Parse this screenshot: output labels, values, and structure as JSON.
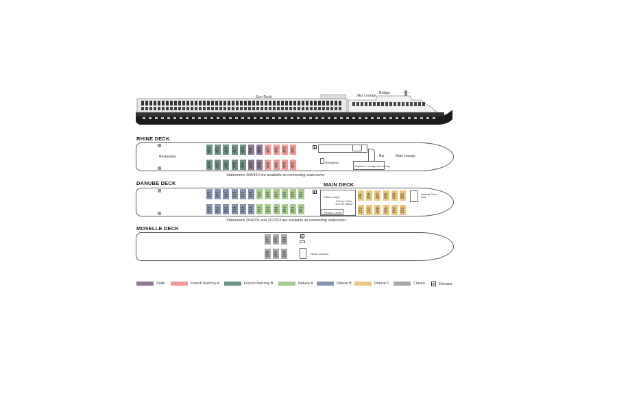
{
  "profile": {
    "sun_deck": "Sun Deck",
    "sky_lounge": "Sky Lounge",
    "bridge": "Bridge"
  },
  "rhine": {
    "title": "RHINE DECK",
    "restaurant": "Restaurant",
    "bar": "Bar",
    "main_lounge": "Main Lounge",
    "reception": "Reception",
    "captains_lounge": "Captain's Lounge and Library",
    "elevator": "E",
    "note": "Staterooms 408/410 are available as connecting staterooms",
    "top_row": [
      {
        "num": "423",
        "cat": "fbb"
      },
      {
        "num": "421",
        "cat": "fbb"
      },
      {
        "num": "419",
        "cat": "fbb"
      },
      {
        "num": "417",
        "cat": "fbb"
      },
      {
        "num": "415",
        "cat": "fbb"
      },
      {
        "num": "411",
        "cat": "suite"
      },
      {
        "num": "409",
        "cat": "suite"
      },
      {
        "num": "407",
        "cat": "fba"
      },
      {
        "num": "405",
        "cat": "fba"
      },
      {
        "num": "403",
        "cat": "fba"
      },
      {
        "num": "401",
        "cat": "fba"
      }
    ],
    "bottom_row": [
      {
        "num": "424",
        "cat": "fbb"
      },
      {
        "num": "422",
        "cat": "fbb"
      },
      {
        "num": "420",
        "cat": "fbb"
      },
      {
        "num": "418",
        "cat": "fbb"
      },
      {
        "num": "416",
        "cat": "fbb"
      },
      {
        "num": "412",
        "cat": "suite"
      },
      {
        "num": "410",
        "cat": "suite"
      },
      {
        "num": "408",
        "cat": "fba"
      },
      {
        "num": "406",
        "cat": "fba"
      },
      {
        "num": "404",
        "cat": "fba"
      },
      {
        "num": "402",
        "cat": "fba"
      }
    ]
  },
  "danube": {
    "title": "DANUBE DECK",
    "main_deck_title": "MAIN DECK",
    "patio_lounge": "Patio Lounge",
    "coffee_station": "24-Hour Coffee and Tea Station",
    "fitness_center": "Fitness Center",
    "spa": "Serenity River Spa",
    "elevator": "E",
    "note": "Staterooms 204/206 and 321/323 are available as connecting staterooms",
    "top_row": [
      {
        "num": "325",
        "cat": "dlb"
      },
      {
        "num": "323",
        "cat": "dlb"
      },
      {
        "num": "321",
        "cat": "dlb"
      },
      {
        "num": "319",
        "cat": "dlb"
      },
      {
        "num": "317",
        "cat": "dlb"
      },
      {
        "num": "315",
        "cat": "dlb"
      },
      {
        "num": "311",
        "cat": "dla"
      },
      {
        "num": "309",
        "cat": "dla"
      },
      {
        "num": "307",
        "cat": "dla"
      },
      {
        "num": "305",
        "cat": "dla"
      },
      {
        "num": "303",
        "cat": "dla"
      },
      {
        "num": "301",
        "cat": "dla"
      }
    ],
    "bottom_row": [
      {
        "num": "324",
        "cat": "dlb"
      },
      {
        "num": "322",
        "cat": "dlb"
      },
      {
        "num": "320",
        "cat": "dlb"
      },
      {
        "num": "318",
        "cat": "dlb"
      },
      {
        "num": "316",
        "cat": "dlb"
      },
      {
        "num": "314",
        "cat": "dlb"
      },
      {
        "num": "312",
        "cat": "dla"
      },
      {
        "num": "310",
        "cat": "dla"
      },
      {
        "num": "308",
        "cat": "dla"
      },
      {
        "num": "306",
        "cat": "dla"
      },
      {
        "num": "304",
        "cat": "dla"
      },
      {
        "num": "302",
        "cat": "dla"
      }
    ],
    "main_top_row": [
      {
        "num": "211",
        "cat": "dlc"
      },
      {
        "num": "209",
        "cat": "dlc"
      },
      {
        "num": "207",
        "cat": "dlc"
      },
      {
        "num": "205",
        "cat": "dlc"
      },
      {
        "num": "203",
        "cat": "dlc"
      },
      {
        "num": "201",
        "cat": "dlc"
      }
    ],
    "main_bottom_row": [
      {
        "num": "212",
        "cat": "dlc"
      },
      {
        "num": "210",
        "cat": "dlc"
      },
      {
        "num": "208",
        "cat": "dlc"
      },
      {
        "num": "206",
        "cat": "dlc"
      },
      {
        "num": "204",
        "cat": "dlc"
      },
      {
        "num": "202",
        "cat": "dlc"
      }
    ]
  },
  "moselle": {
    "title": "MOSELLE DECK",
    "guest_laundry": "Guest Laundry",
    "elevator": "E",
    "top_row": [
      {
        "num": "107",
        "cat": "classic"
      },
      {
        "num": "105",
        "cat": "classic"
      },
      {
        "num": "103",
        "cat": "classic"
      }
    ],
    "bottom_row": [
      {
        "num": "108",
        "cat": "classic"
      },
      {
        "num": "106",
        "cat": "classic"
      },
      {
        "num": "104",
        "cat": "classic"
      }
    ]
  },
  "colors": {
    "suite": "#8c7a93",
    "fba": "#ef9a98",
    "fbb": "#6f9384",
    "dla": "#a7c98f",
    "dlb": "#8593ad",
    "dlc": "#e8c67e",
    "classic": "#a8a8a8"
  },
  "legend": [
    {
      "label": "Suite",
      "cat": "suite"
    },
    {
      "label": "French Balcony A",
      "cat": "fba"
    },
    {
      "label": "French Balcony B",
      "cat": "fbb"
    },
    {
      "label": "Deluxe A",
      "cat": "dla"
    },
    {
      "label": "Deluxe B",
      "cat": "dlb"
    },
    {
      "label": "Deluxe C",
      "cat": "dlc"
    },
    {
      "label": "Classic",
      "cat": "classic"
    }
  ],
  "legend_elevator": {
    "symbol": "E",
    "label": "Elevator"
  }
}
